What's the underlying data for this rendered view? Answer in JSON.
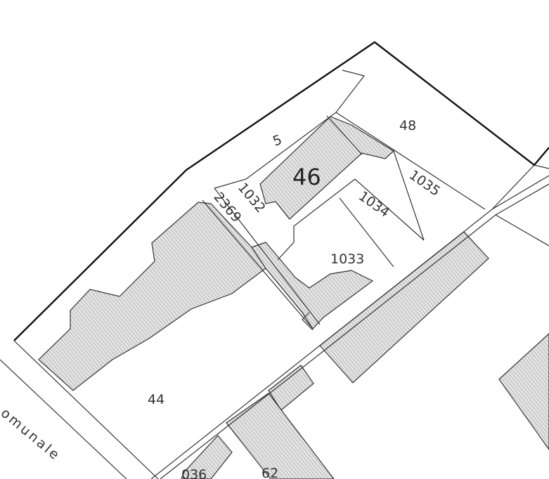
{
  "map": {
    "type": "cadastral-parcel-map",
    "colors": {
      "line": "#333333",
      "hatch_fill": "#d9d9d9",
      "background": "#ffffff"
    },
    "parcels": {
      "p5": "5",
      "p48": "48",
      "p46": "46",
      "p1035": "1035",
      "p1034": "1034",
      "p1032": "1032",
      "p2369": "2369",
      "p1033": "1033",
      "p44": "44",
      "p036": "036",
      "p62": "62"
    },
    "street_label": "omunale"
  }
}
